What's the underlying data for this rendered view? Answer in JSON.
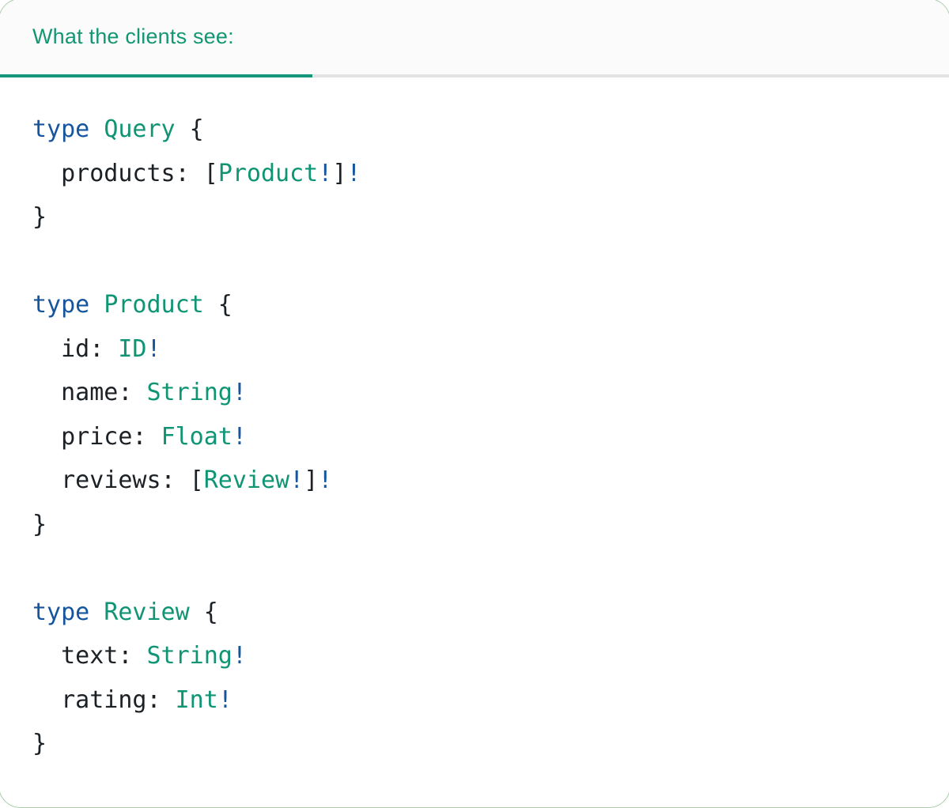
{
  "tab": {
    "label": "What the clients see:"
  },
  "colors": {
    "teal_type": "#0F9574",
    "blue_keyword": "#15559E",
    "plain_text": "#1C2126",
    "header_text": "#149672",
    "active_tab_underline": "#17957A",
    "inactive_tab_underline": "#E3E3E3",
    "header_background": "#FBFBFB",
    "card_background": "#FFFFFF",
    "card_border": "#A9CDAA"
  },
  "code": {
    "language": "graphql",
    "lines": [
      [
        {
          "t": "type",
          "c": "kw"
        },
        {
          "t": " ",
          "c": "pl"
        },
        {
          "t": "Query",
          "c": "ty"
        },
        {
          "t": " {",
          "c": "pl"
        }
      ],
      [
        {
          "t": "  products: [",
          "c": "pl"
        },
        {
          "t": "Product",
          "c": "ty"
        },
        {
          "t": "!",
          "c": "bg"
        },
        {
          "t": "]",
          "c": "pl"
        },
        {
          "t": "!",
          "c": "bg"
        }
      ],
      [
        {
          "t": "}",
          "c": "pl"
        }
      ],
      [],
      [
        {
          "t": "type",
          "c": "kw"
        },
        {
          "t": " ",
          "c": "pl"
        },
        {
          "t": "Product",
          "c": "ty"
        },
        {
          "t": " {",
          "c": "pl"
        }
      ],
      [
        {
          "t": "  id: ",
          "c": "pl"
        },
        {
          "t": "ID",
          "c": "ty"
        },
        {
          "t": "!",
          "c": "bg"
        }
      ],
      [
        {
          "t": "  name: ",
          "c": "pl"
        },
        {
          "t": "String",
          "c": "ty"
        },
        {
          "t": "!",
          "c": "bg"
        }
      ],
      [
        {
          "t": "  price: ",
          "c": "pl"
        },
        {
          "t": "Float",
          "c": "ty"
        },
        {
          "t": "!",
          "c": "bg"
        }
      ],
      [
        {
          "t": "  reviews: [",
          "c": "pl"
        },
        {
          "t": "Review",
          "c": "ty"
        },
        {
          "t": "!",
          "c": "bg"
        },
        {
          "t": "]",
          "c": "pl"
        },
        {
          "t": "!",
          "c": "bg"
        }
      ],
      [
        {
          "t": "}",
          "c": "pl"
        }
      ],
      [],
      [
        {
          "t": "type",
          "c": "kw"
        },
        {
          "t": " ",
          "c": "pl"
        },
        {
          "t": "Review",
          "c": "ty"
        },
        {
          "t": " {",
          "c": "pl"
        }
      ],
      [
        {
          "t": "  text: ",
          "c": "pl"
        },
        {
          "t": "String",
          "c": "ty"
        },
        {
          "t": "!",
          "c": "bg"
        }
      ],
      [
        {
          "t": "  rating: ",
          "c": "pl"
        },
        {
          "t": "Int",
          "c": "ty"
        },
        {
          "t": "!",
          "c": "bg"
        }
      ],
      [
        {
          "t": "}",
          "c": "pl"
        }
      ]
    ]
  }
}
